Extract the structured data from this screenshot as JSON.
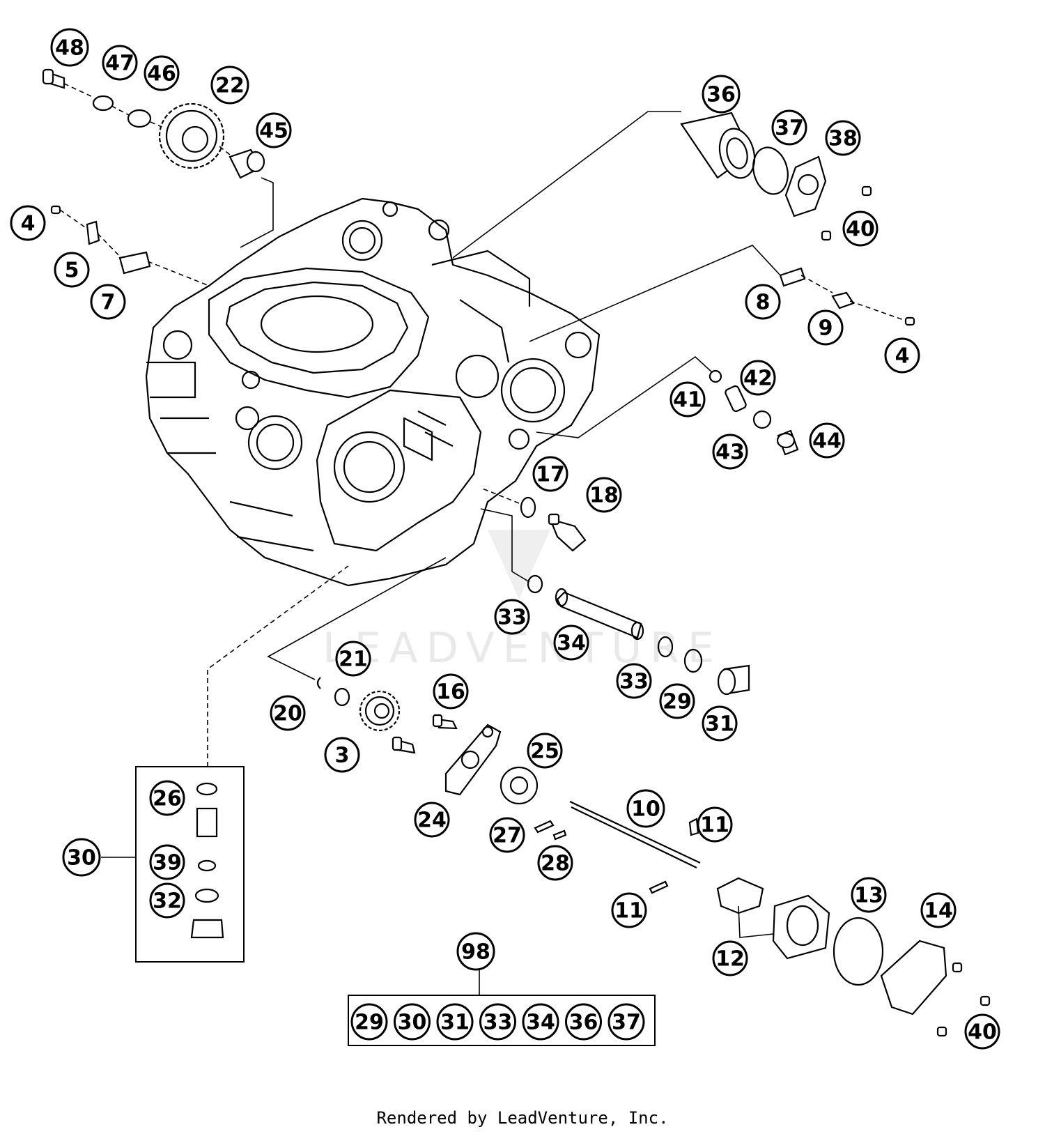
{
  "credit": "Rendered by LeadVenture, Inc.",
  "watermark": "LEADVENTURE",
  "callouts": {
    "c48": "48",
    "c47": "47",
    "c46": "46",
    "c22": "22",
    "c45": "45",
    "c4a": "4",
    "c5": "5",
    "c7": "7",
    "c36": "36",
    "c37": "37",
    "c38": "38",
    "c40a": "40",
    "c8": "8",
    "c9": "9",
    "c4b": "4",
    "c41": "41",
    "c42": "42",
    "c43": "43",
    "c44": "44",
    "c17": "17",
    "c18": "18",
    "c33a": "33",
    "c34": "34",
    "c33b": "33",
    "c29": "29",
    "c31": "31",
    "c21": "21",
    "c20": "20",
    "c3": "3",
    "c16": "16",
    "c25": "25",
    "c24": "24",
    "c26": "26",
    "c30": "30",
    "c39": "39",
    "c32": "32",
    "c10": "10",
    "c11a": "11",
    "c11b": "11",
    "c27": "27",
    "c28": "28",
    "c13": "13",
    "c14": "14",
    "c12": "12",
    "c40b": "40",
    "c98": "98"
  },
  "kit_98": [
    "29",
    "30",
    "31",
    "33",
    "34",
    "36",
    "37"
  ]
}
